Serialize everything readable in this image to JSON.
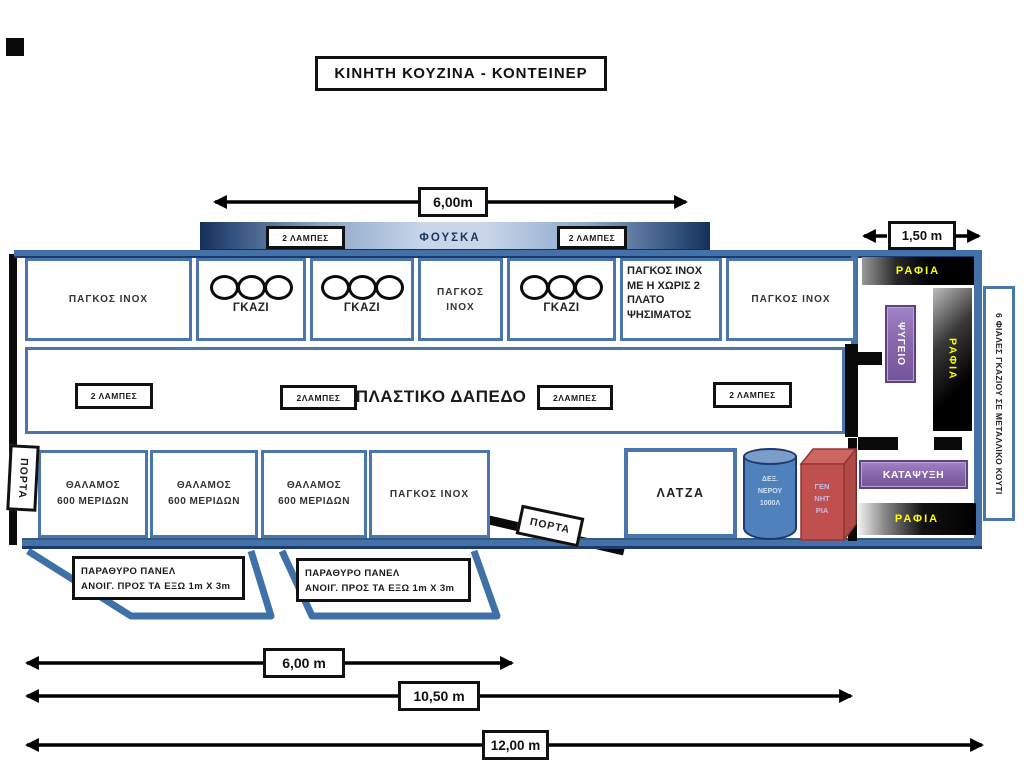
{
  "title": "ΚΙΝΗΤΗ ΚΟΥΖΙΝΑ -  ΚΟΝΤΕΙΝΕΡ",
  "dimensions": {
    "hood_width": "6,00m",
    "annex_width": "1,50 m",
    "bottom_1": "6,00 m",
    "bottom_2": "10,50 m",
    "bottom_3": "12,00 m"
  },
  "hood": {
    "label": "ΦΟΥΣΚΑ",
    "lamps_left": "2 ΛΑΜΠΕΣ",
    "lamps_right": "2 ΛΑΜΠΕΣ"
  },
  "top_row": {
    "bench1": "ΠΑΓΚΟΣ ΙΝΟΧ",
    "gas1": "ΓΚΑΖΙ",
    "gas2": "ΓΚΑΖΙ",
    "bench2": "ΠΑΓΚΟΣ ΙΝΟΧ",
    "gas3": "ΓΚΑΖΙ",
    "bench_grill_lines": [
      "ΠΑΓΚΟΣ ΙΝΟΧ",
      "ΜΕ Η ΧΩΡΙΣ 2",
      "ΠΛΑΤΟ",
      "ΨΗΣΙΜΑΤΟΣ"
    ],
    "bench3": "ΠΑΓΚΟΣ ΙΝΟΧ",
    "burners_per_gas_unit": 3
  },
  "floor": {
    "label": "ΠΛΑΣΤΙΚΟ ΔΑΠΕΔΟ",
    "lamps": [
      "2 ΛΑΜΠΕΣ",
      "2ΛΑΜΠΕΣ",
      "2ΛΑΜΠΕΣ",
      "2 ΛΑΜΠΕΣ"
    ]
  },
  "bottom_row": {
    "chamber_line1": "ΘΑΛΑΜΟΣ",
    "chamber_line2": "600 ΜΕΡΙΔΩΝ",
    "chamber_count": 3,
    "bench": "ΠΑΓΚΟΣ ΙΝΟΧ",
    "sink": "ΛΑΤΖΑ",
    "water_tank_lines": [
      "ΔΕΞ.",
      "ΝΕΡΟΥ",
      "1000Λ"
    ],
    "generator_lines": [
      "ΓΕΝ",
      "ΝΗΤ",
      "ΡΙΑ"
    ]
  },
  "doors": {
    "left_door": "ΠΟΡΤΑ",
    "bottom_door": "ΠΟΡΤΑ"
  },
  "annex": {
    "shelves_top": "ΡΑΦΙΑ",
    "fridge": "ΨΥΓΕΙΟ",
    "shelves_vertical": "ΡΑΦΙΑ",
    "freezer": "ΚΑΤΑΨΥΞΗ",
    "shelves_bottom": "ΡΑΦΙΑ",
    "gas_bottles_box": "6 ΦΙΑΛΕΣ ΓΚΑΖΙΟΥ ΣΕ ΜΕΤΑΛΛΙΚΟ ΚΟΥΤΙ"
  },
  "windows": {
    "panel1_line1": "ΠΑΡΑΘΥΡΟ ΠΑΝΕΛ",
    "panel1_line2": "ΑΝΟΙΓ. ΠΡΟΣ ΤΑ ΕΞΩ  1m X 3m",
    "panel2_line1": "ΠΑΡΑΘΥΡΟ ΠΑΝΕΛ",
    "panel2_line2": "ΑΝΟΙΓ. ΠΡΟΣ ΤΑ ΕΞΩ  1m X 3m"
  },
  "colors": {
    "frame_blue": "#4472a8",
    "box_border_blue": "#4976ad",
    "hood_navy": "#17375e",
    "purple": "#8a68ae",
    "generator_red": "#c0504d",
    "tank_blue": "#4f81bd",
    "shelf_text_yellow": "#ffff00"
  }
}
